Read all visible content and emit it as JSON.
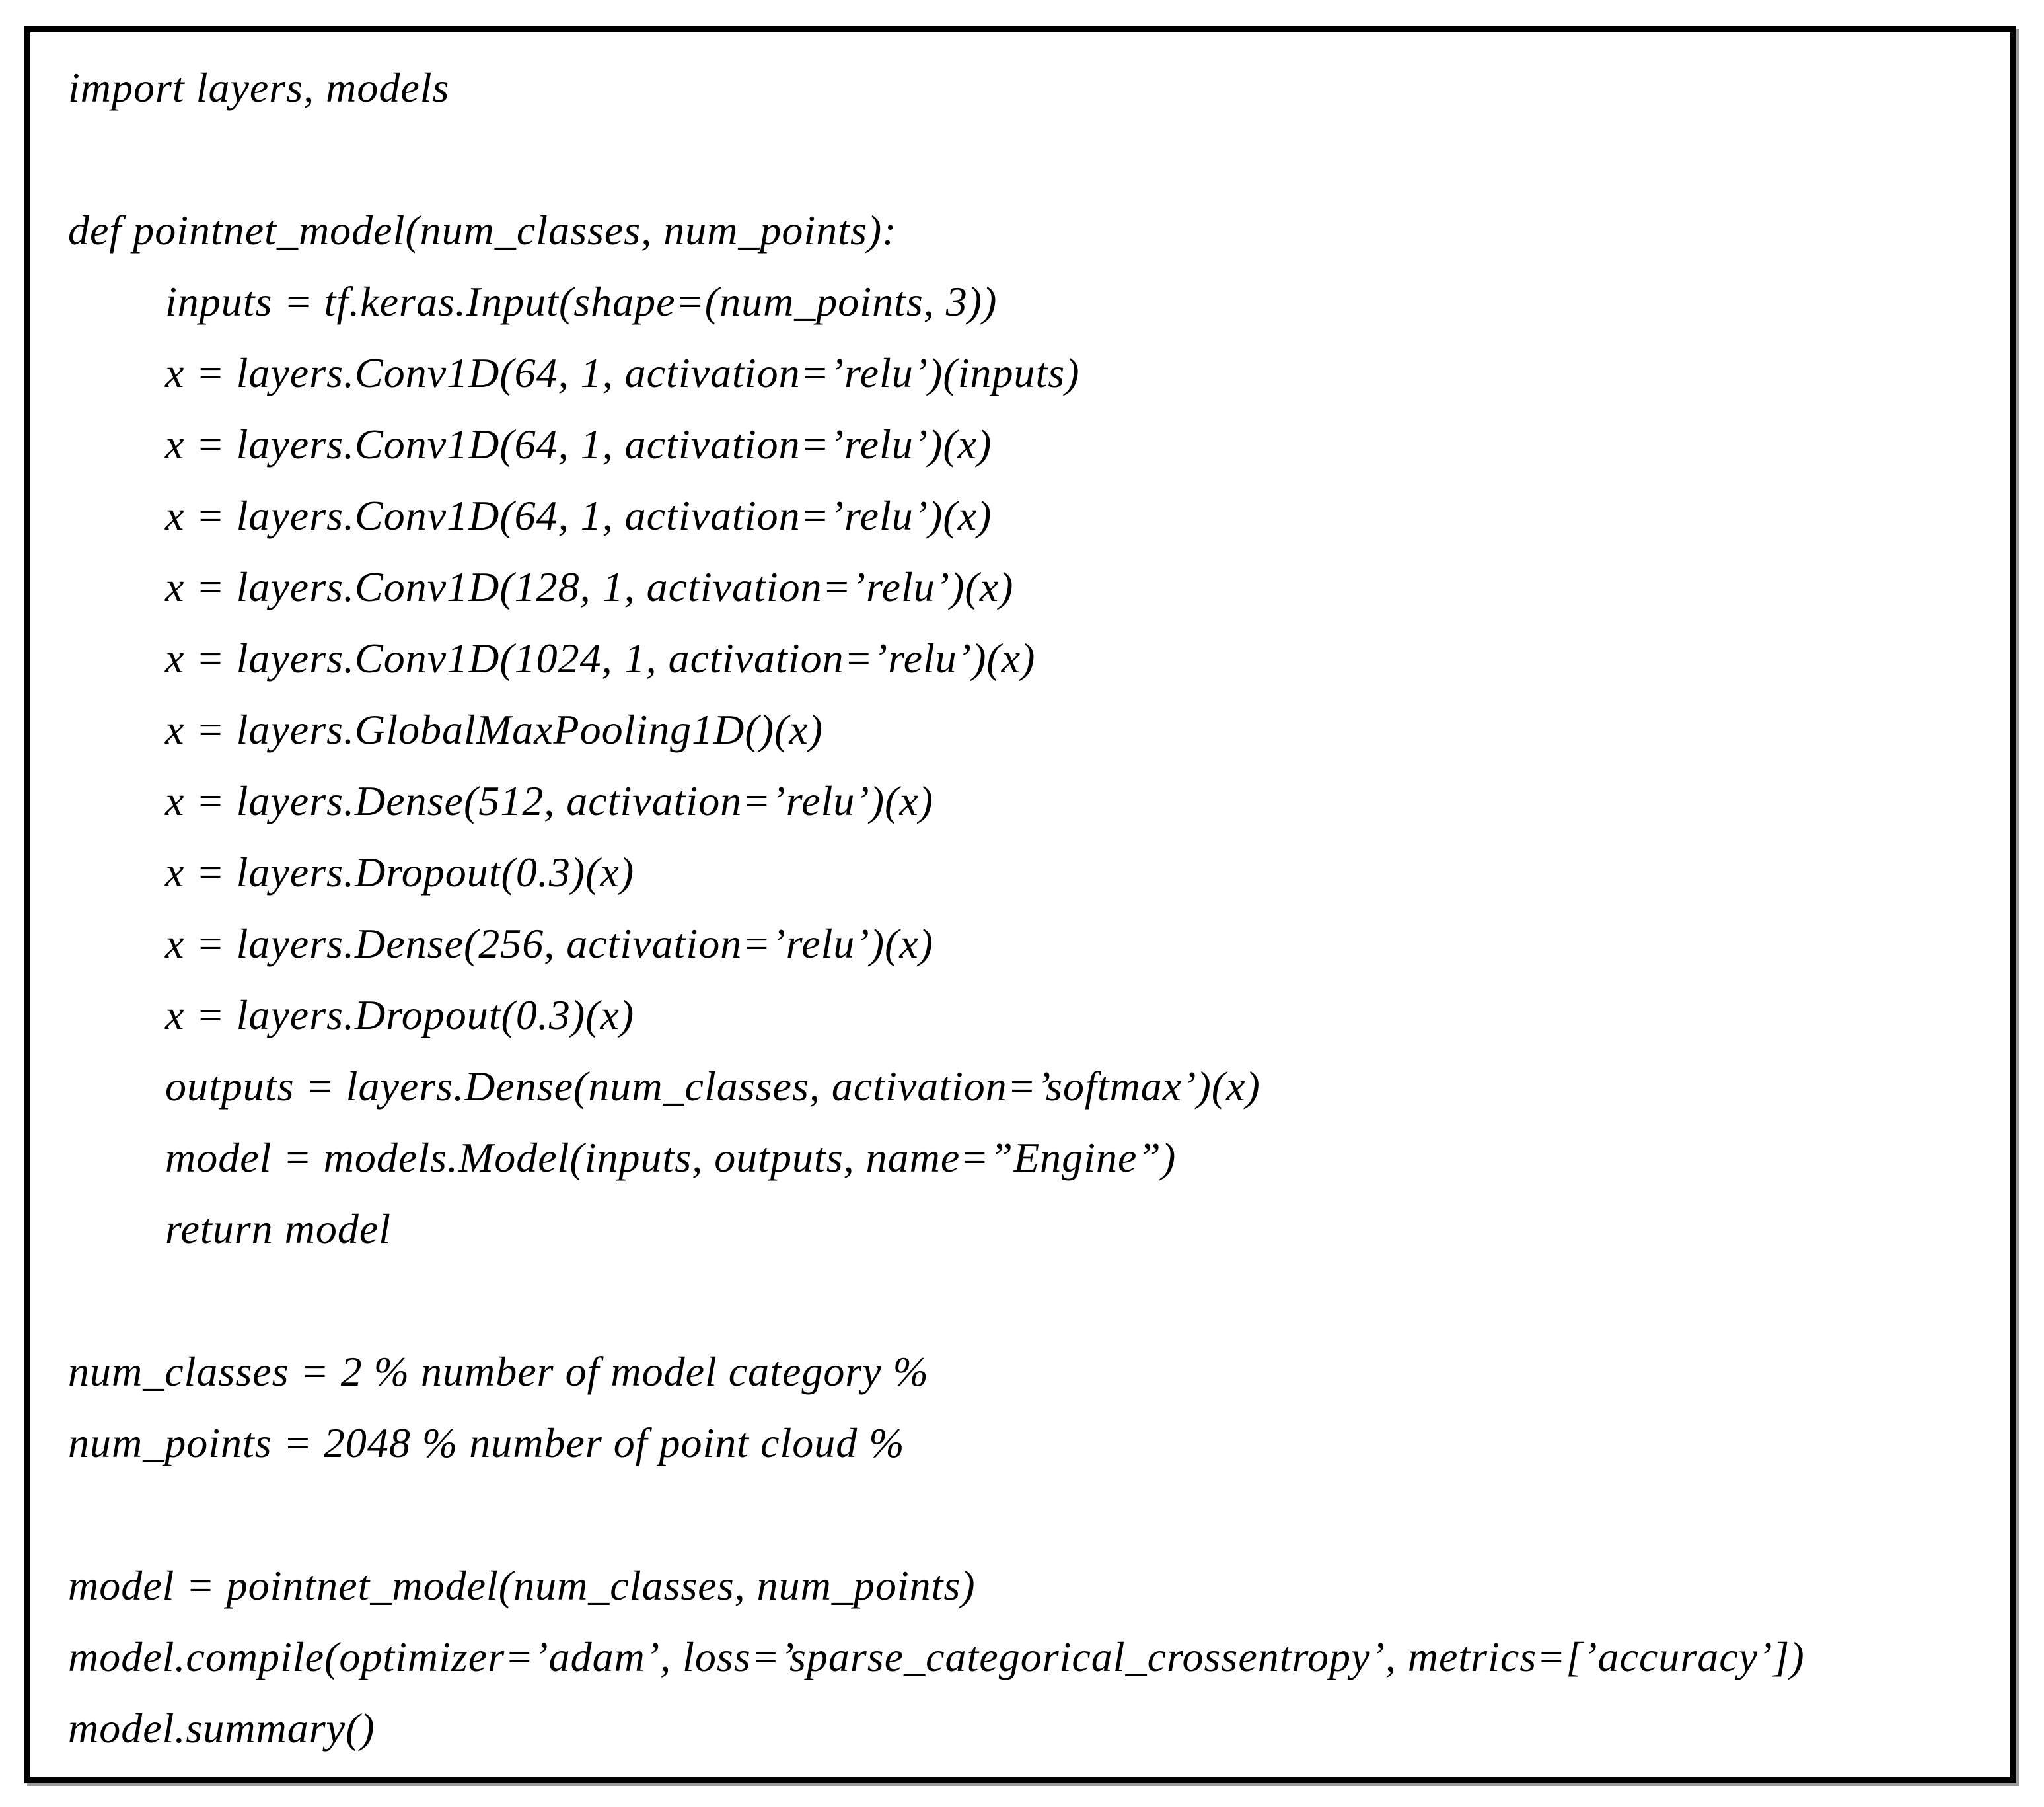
{
  "figure": {
    "kind": "code-listing",
    "colors": {
      "background": "#ffffff",
      "border": "#000000",
      "text": "#000000"
    }
  },
  "code": {
    "lines": [
      {
        "text": "import layers, models",
        "indent": 0
      },
      {
        "text": "",
        "indent": 0
      },
      {
        "text": "def pointnet_model(num_classes, num_points):",
        "indent": 0
      },
      {
        "text": "inputs = tf.keras.Input(shape=(num_points, 3))",
        "indent": 1
      },
      {
        "text": "x = layers.Conv1D(64, 1, activation=’relu’)(inputs)",
        "indent": 1
      },
      {
        "text": "x = layers.Conv1D(64, 1, activation=’relu’)(x)",
        "indent": 1
      },
      {
        "text": "x = layers.Conv1D(64, 1, activation=’relu’)(x)",
        "indent": 1
      },
      {
        "text": "x = layers.Conv1D(128, 1, activation=’relu’)(x)",
        "indent": 1
      },
      {
        "text": "x = layers.Conv1D(1024, 1, activation=’relu’)(x)",
        "indent": 1
      },
      {
        "text": "x = layers.GlobalMaxPooling1D()(x)",
        "indent": 1
      },
      {
        "text": "x = layers.Dense(512, activation=’relu’)(x)",
        "indent": 1
      },
      {
        "text": "x = layers.Dropout(0.3)(x)",
        "indent": 1
      },
      {
        "text": "x = layers.Dense(256, activation=’relu’)(x)",
        "indent": 1
      },
      {
        "text": "x = layers.Dropout(0.3)(x)",
        "indent": 1
      },
      {
        "text": "outputs = layers.Dense(num_classes, activation=’softmax’)(x)",
        "indent": 1
      },
      {
        "text": "model = models.Model(inputs, outputs, name=”Engine”)",
        "indent": 1
      },
      {
        "text": "return model",
        "indent": 1
      },
      {
        "text": "",
        "indent": 0
      },
      {
        "text": "num_classes = 2 % number of model category %",
        "indent": 0
      },
      {
        "text": "num_points = 2048 % number of point cloud %",
        "indent": 0
      },
      {
        "text": "",
        "indent": 0
      },
      {
        "text": "model = pointnet_model(num_classes, num_points)",
        "indent": 0
      },
      {
        "text": "model.compile(optimizer=’adam’, loss=’sparse_categorical_crossentropy’, metrics=[’accuracy’])",
        "indent": 0
      },
      {
        "text": "model.summary()",
        "indent": 0
      }
    ]
  }
}
